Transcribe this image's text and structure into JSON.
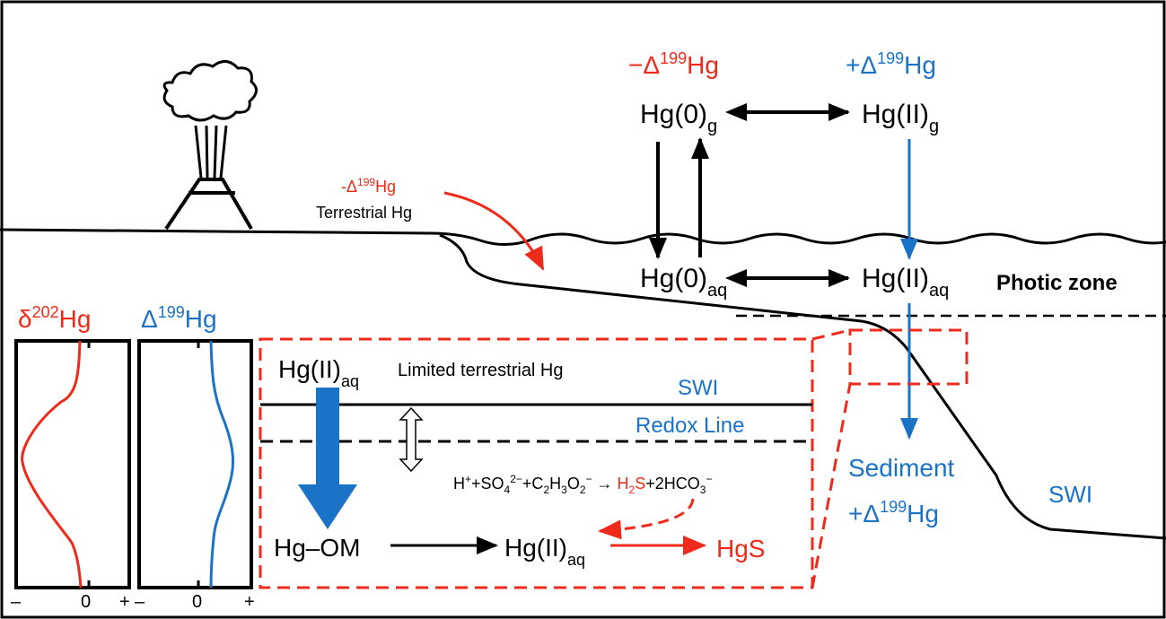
{
  "colors": {
    "red": "#ee2a1b",
    "blue": "#1a73c6",
    "black": "#000000"
  },
  "atmosphere": {
    "neg_label": {
      "sign": "−Δ",
      "mass": "199",
      "el": "Hg"
    },
    "pos_label": {
      "sign": "+Δ",
      "mass": "199",
      "el": "Hg"
    },
    "hg0_gas": {
      "main": "Hg(0)",
      "sub": "g"
    },
    "hg2_gas": {
      "main": "Hg(II)",
      "sub": "g"
    }
  },
  "water": {
    "hg0_aq": {
      "main": "Hg(0)",
      "sub": "aq"
    },
    "hg2_aq": {
      "main": "Hg(II)",
      "sub": "aq"
    },
    "photic_zone": "Photic zone",
    "terrestrial_neg": {
      "sign": "-Δ",
      "mass": "199",
      "el": "Hg"
    },
    "terrestrial_label": "Terrestrial Hg"
  },
  "sediment": {
    "label": "Sediment",
    "pos": {
      "sign": "+Δ",
      "mass": "199",
      "el": "Hg"
    },
    "swi": "SWI"
  },
  "profiles": {
    "d202": {
      "sym": "δ",
      "mass": "202",
      "el": "Hg"
    },
    "D199": {
      "sym": "Δ",
      "mass": "199",
      "el": "Hg"
    },
    "axis": {
      "minus": "–",
      "zero": "0",
      "plus": "+"
    }
  },
  "inset": {
    "hg2_aq": {
      "main": "Hg(II)",
      "sub": "aq"
    },
    "limited": "Limited terrestrial Hg",
    "swi": "SWI",
    "redox": "Redox Line",
    "equation": {
      "p1": "H",
      "sup1": "+",
      "p2": "+SO",
      "sub2": "4",
      "sup2": "2−",
      "p3": "+C",
      "sub3a": "2",
      "p3b": "H",
      "sub3b": "3",
      "p3c": "O",
      "sub3c": "2",
      "sup3": "−",
      "arrow": " → ",
      "h": "H",
      "sub4": "2",
      "s": "S",
      "p5": "+2HCO",
      "sub5": "3",
      "sup5": "−"
    },
    "hg_om": "Hg–OM",
    "hg2_aq2": {
      "main": "Hg(II)",
      "sub": "aq"
    },
    "hgs": "HgS"
  }
}
